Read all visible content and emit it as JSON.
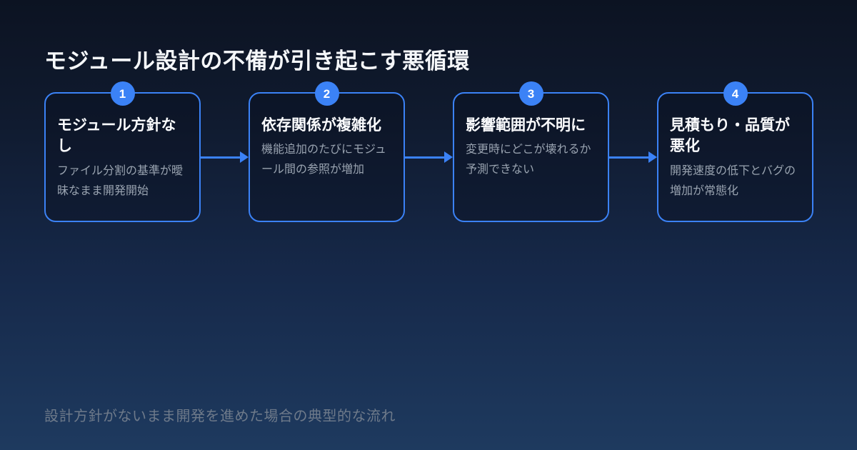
{
  "page": {
    "title": "モジュール設計の不備が引き起こす悪循環",
    "footer": "設計方針がないまま開発を進めた場合の典型的な流れ"
  },
  "colors": {
    "accent": "#3b82f6",
    "background_top": "#0c1322",
    "background_bottom": "#1e3a5f",
    "card_border": "#3b82f6",
    "badge_background": "#3b82f6",
    "title_text": "#f5f7fa",
    "card_title_text": "#fbfcfe",
    "card_description_text": "#99a3b0",
    "footer_text": "#6e7a8a"
  },
  "steps": [
    {
      "number": "1",
      "title": "モジュール方針なし",
      "description": "ファイル分割の基準が曖昧なまま開発開始"
    },
    {
      "number": "2",
      "title": "依存関係が複雑化",
      "description": "機能追加のたびにモジュール間の参照が増加"
    },
    {
      "number": "3",
      "title": "影響範囲が不明に",
      "description": "変更時にどこが壊れるか予測できない"
    },
    {
      "number": "4",
      "title": "見積もり・品質が悪化",
      "description": "開発速度の低下とバグの増加が常態化"
    }
  ]
}
